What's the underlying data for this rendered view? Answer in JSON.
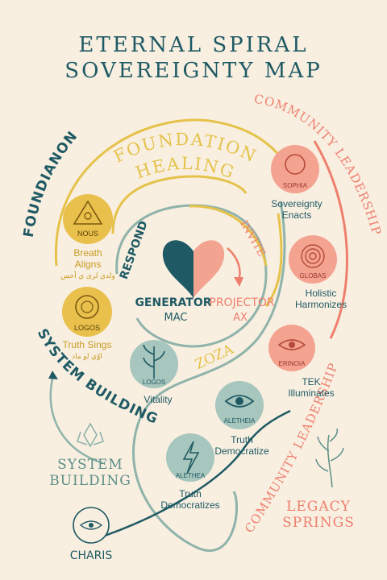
{
  "title": {
    "line1": "ETERNAL SPIRAL",
    "line2": "SOVEREIGNTY MAP"
  },
  "arcs": {
    "foundation_healing_1": "FOUNDATION",
    "foundation_healing_2": "HEALING",
    "foundianon": "FOUNDIANON",
    "community_leadership_top": "COMMUNITY LEADERSHIP",
    "community_leadership_bottom": "COMMUNITY LEADERSHIP",
    "system_building_arc": "SYSTEM BUILDING"
  },
  "center": {
    "respond": "RESPOND",
    "invite": "INVITE",
    "generator": "GENERATOR",
    "mac": "MAC",
    "projector": "PROJECTOR",
    "ax": "AX",
    "zoza": "ZOZA"
  },
  "nodes": {
    "nous": {
      "badge": "NOUS",
      "line1": "Breath",
      "line2": "Aligns",
      "script": "ولدي لرى ي أحس"
    },
    "logos_gold": {
      "badge": "LOGOS",
      "line1": "Truth Sings",
      "script": "اوّي لو ماد"
    },
    "logos_teal": {
      "badge": "LOGOS",
      "line1": "Vitality"
    },
    "sophia": {
      "badge": "SOPHIA",
      "line1": "Sovereignty",
      "line2": "Enacts"
    },
    "globas": {
      "badge": "GLOBAS",
      "line1": "Holistic",
      "line2": "Harmonizes"
    },
    "erinoia": {
      "badge": "ERINOIA",
      "line1": "TEK",
      "line2": "Illuminates"
    },
    "aletheia": {
      "badge": "ALETHEIA",
      "line1": "Truth",
      "line2": "Democratize"
    },
    "alethea": {
      "badge": "ALETHEA",
      "line1": "Truth",
      "line2": "Democratizes"
    },
    "charis": {
      "label": "CHARIS"
    }
  },
  "side_labels": {
    "system_building_1": "SYSTEM",
    "system_building_2": "BUILDING",
    "legacy_1": "LEGACY",
    "legacy_2": "SPRINGS"
  },
  "colors": {
    "teal": "#1f5a64",
    "gold": "#e5c24a",
    "coral": "#ef7f6d",
    "sage": "#8fb3aa",
    "background": "#f8efe1"
  },
  "icons": [
    "triangle-eye-icon",
    "sun-seal-icon",
    "sprout-icon",
    "ring-icon",
    "target-icon",
    "eye-icon",
    "lightning-icon",
    "leaf-branch-icon",
    "crystal-icon",
    "heart-icon"
  ]
}
